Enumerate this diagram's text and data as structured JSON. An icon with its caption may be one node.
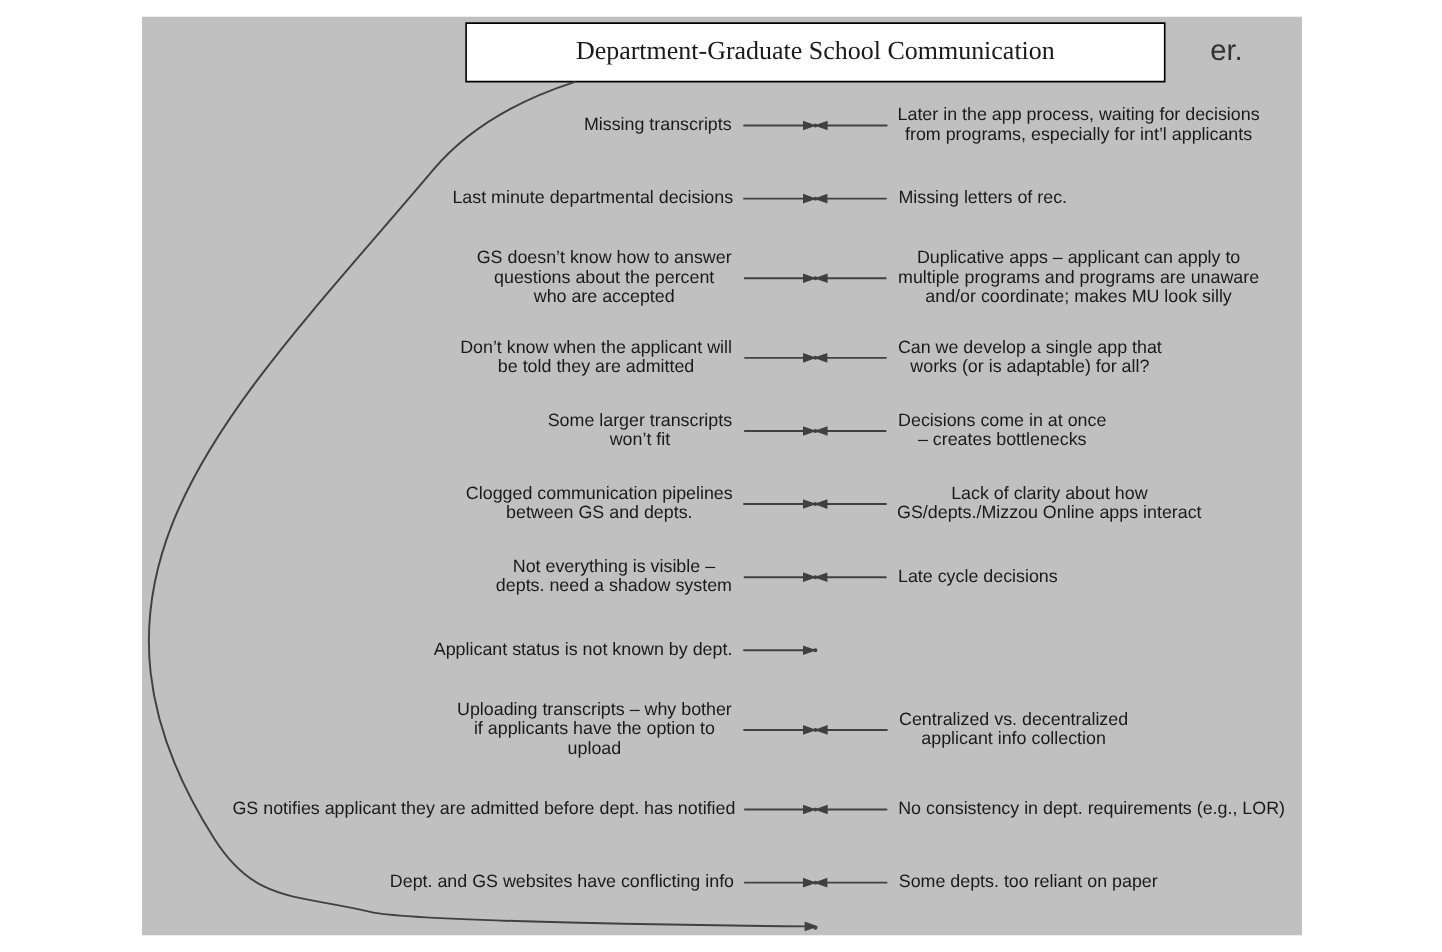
{
  "diagram": {
    "nodes": [
      {
        "text": [
          "Department-Graduate School Communication"
        ]
      },
      {
        "text": [
          "Later in the app process, waiting for decisions from programs, especially for int’l applicants"
        ]
      },
      {
        "text": [
          "Missing transcripts"
        ]
      },
      {
        "text": [
          "Missing letters of rec."
        ]
      },
      {
        "text": [
          "Last minute departmental decisions"
        ]
      },
      {
        "text": [
          "GS doesn’t know how to answer questions about the percent who are accepted"
        ]
      },
      {
        "text": [
          "Duplicative apps – applicant can apply to multiple programs and programs are unaware and/or coordinate; makes MU look silly"
        ]
      },
      {
        "text": [
          "Don’t know when the applicant will be told they are admitted"
        ]
      },
      {
        "text": [
          "Can we develop a single app that works (or is adaptable) for all?"
        ]
      },
      {
        "text": [
          "Some larger transcripts won’t fit"
        ]
      },
      {
        "text": [
          "Decisions come in at once – creates bottlenecks"
        ]
      },
      {
        "text": [
          "Clogged communication pipelines between GS and depts."
        ]
      },
      {
        "text": [
          "Lack of clarity about how GS/depts./Mizzou Online apps interact"
        ]
      },
      {
        "text": [
          "Not everything is visible – depts. need a shadow system"
        ]
      },
      {
        "text": [
          "Late cycle decisions"
        ]
      },
      {
        "text": [
          "Applicant status is not known by dept."
        ]
      },
      {
        "text": [
          "Uploading transcripts – why bother if applicants have the option to upload"
        ]
      },
      {
        "text": [
          "Centralized vs. decentralized applicant info collection"
        ]
      },
      {
        "text": [
          "GS notifies applicant they are admitted before dept. has notified"
        ]
      },
      {
        "text": [
          "No consistency in dept. requirements (e.g., LOR)"
        ]
      },
      {
        "text": [
          "Dept. and GS websites have conflicting info"
        ]
      },
      {
        "text": [
          "Some depts. too reliant on paper"
        ]
      }
    ],
    "edges": [
      {
        "from": 0,
        "to": null,
        "arrow": "to"
      },
      {
        "from": 1,
        "to": null,
        "arrow": "to"
      },
      {
        "from": 2,
        "to": null,
        "arrow": "to"
      },
      {
        "from": 3,
        "to": null,
        "arrow": "to"
      },
      {
        "from": 4,
        "to": null,
        "arrow": "to"
      },
      {
        "from": 5,
        "to": null,
        "arrow": "to"
      },
      {
        "from": 6,
        "to": null,
        "arrow": "to"
      },
      {
        "from": 7,
        "to": null,
        "arrow": "to"
      },
      {
        "from": 8,
        "to": null,
        "arrow": "to"
      },
      {
        "from": 9,
        "to": null,
        "arrow": "to"
      },
      {
        "from": 10,
        "to": null,
        "arrow": "to"
      },
      {
        "from": 11,
        "to": null,
        "arrow": "to"
      },
      {
        "from": 12,
        "to": null,
        "arrow": "to"
      },
      {
        "from": 13,
        "to": null,
        "arrow": "to"
      },
      {
        "from": 14,
        "to": null,
        "arrow": "to"
      },
      {
        "from": 15,
        "to": null,
        "arrow": "to"
      },
      {
        "from": 16,
        "to": null,
        "arrow": "to"
      },
      {
        "from": 17,
        "to": null,
        "arrow": "to"
      },
      {
        "from": 18,
        "to": null,
        "arrow": "to"
      },
      {
        "from": 19,
        "to": null,
        "arrow": "to"
      },
      {
        "from": 20,
        "to": null,
        "arrow": "to"
      },
      {
        "from": 21,
        "to": null,
        "arrow": "to"
      }
    ],
    "labels": [
      "er."
    ]
  }
}
